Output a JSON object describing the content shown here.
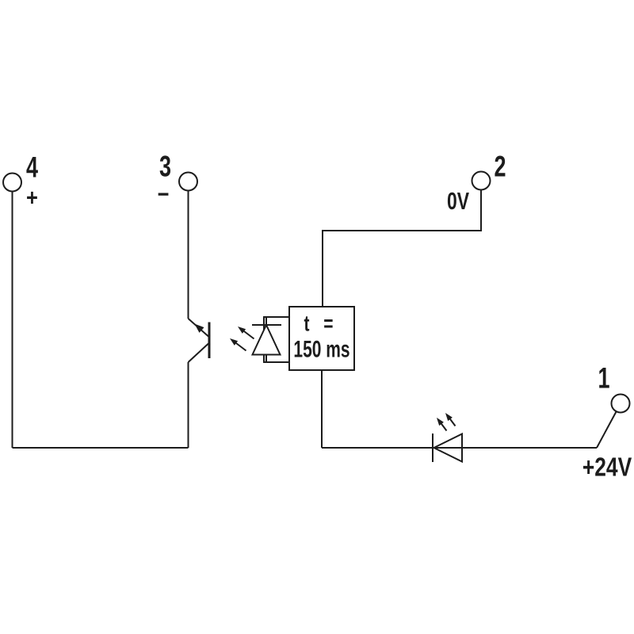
{
  "schematic": {
    "background_color": "#ffffff",
    "line_color": "#1c1c1c",
    "terminals": {
      "t4": {
        "number": "4",
        "polarity": "+"
      },
      "t3": {
        "number": "3",
        "polarity": "−"
      },
      "t2": {
        "number": "2",
        "voltage": "0V"
      },
      "t1": {
        "number": "1",
        "voltage": "+24V"
      }
    },
    "timer_box": {
      "line1": "t =",
      "line2": "150 ms"
    },
    "icons": {
      "terminal": "open-circle-terminal",
      "phototransistor": "npn-phototransistor",
      "opto_led": "diode-in-housing-emitting-light",
      "light_coupling": "double-arrow-light-rays",
      "indicator_led": "led-with-emission-arrows"
    }
  }
}
